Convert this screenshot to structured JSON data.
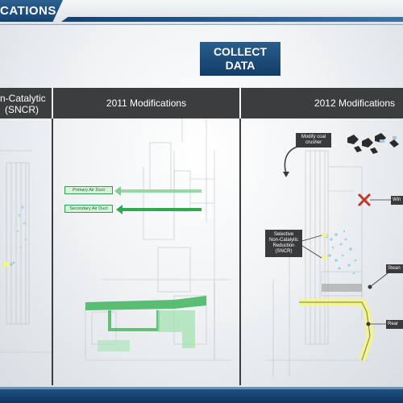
{
  "header": {
    "title": "CATIONS"
  },
  "center_button": {
    "line1": "COLLECT",
    "line2": "DATA"
  },
  "columns": [
    {
      "line1": "n-Catalytic",
      "line2": "(SNCR)"
    },
    {
      "line1": "2011 Modifications"
    },
    {
      "line1": "2012 Modifications"
    }
  ],
  "panel_2011": {
    "primary_air": "Primary Air Duct",
    "secondary_air": "Secondary Air Duct"
  },
  "panel_2012": {
    "coal_crusher": {
      "line1": "Modify coal",
      "line2": "crusher"
    },
    "sncr": {
      "line1": "Selective",
      "line2": "Non-Catalytic",
      "line3": "Reduction",
      "line4": "(SNCR)"
    },
    "wing": "Win",
    "steam": "Stean",
    "rear": "Rear"
  },
  "colors": {
    "brand_blue": "#164272",
    "dark_header": "#3c3d3f",
    "green": "#2fa84f",
    "highlight_yellow": "#f3f58a",
    "spray_blue": "#7fc4e6",
    "x_red": "#c0392b"
  }
}
